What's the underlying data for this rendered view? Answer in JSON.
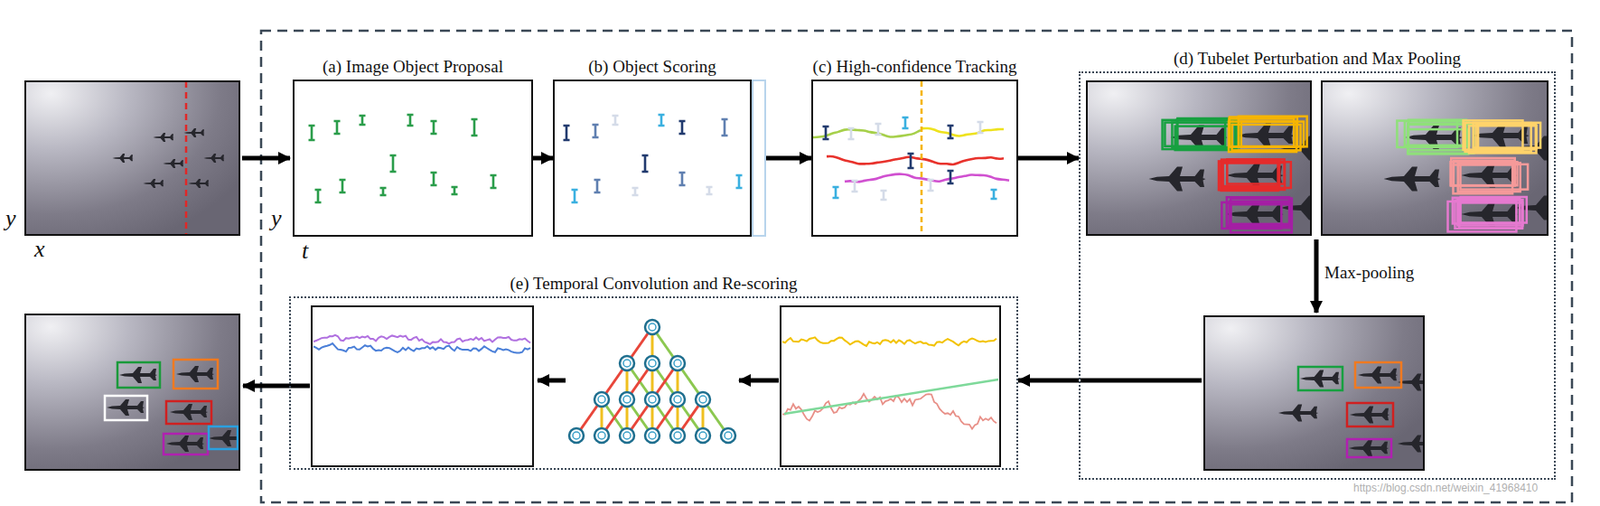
{
  "diagram": {
    "nodes": [
      {
        "text": [
          "(a) Image Object Proposal"
        ]
      },
      {
        "text": [
          "(b) Object Scoring"
        ]
      },
      {
        "text": [
          "(c) High-confidence Tracking"
        ]
      },
      {
        "text": [
          "(d) Tubelet Perturbation and Max Pooling"
        ]
      },
      {
        "text": [
          "(e) Temporal Convolution and Re-scoring"
        ]
      }
    ],
    "edges": [
      {
        "from": 0,
        "to": 1,
        "arrow": "to"
      },
      {
        "from": 1,
        "to": 2,
        "arrow": "to"
      },
      {
        "from": 2,
        "to": 3,
        "arrow": "to"
      },
      {
        "from": 3,
        "to": 4,
        "arrow": "to"
      }
    ],
    "labels": [
      "y",
      "x",
      "y",
      "t",
      "Max-pooling",
      "https://blog.csdn.net/weixin_41968410"
    ]
  }
}
